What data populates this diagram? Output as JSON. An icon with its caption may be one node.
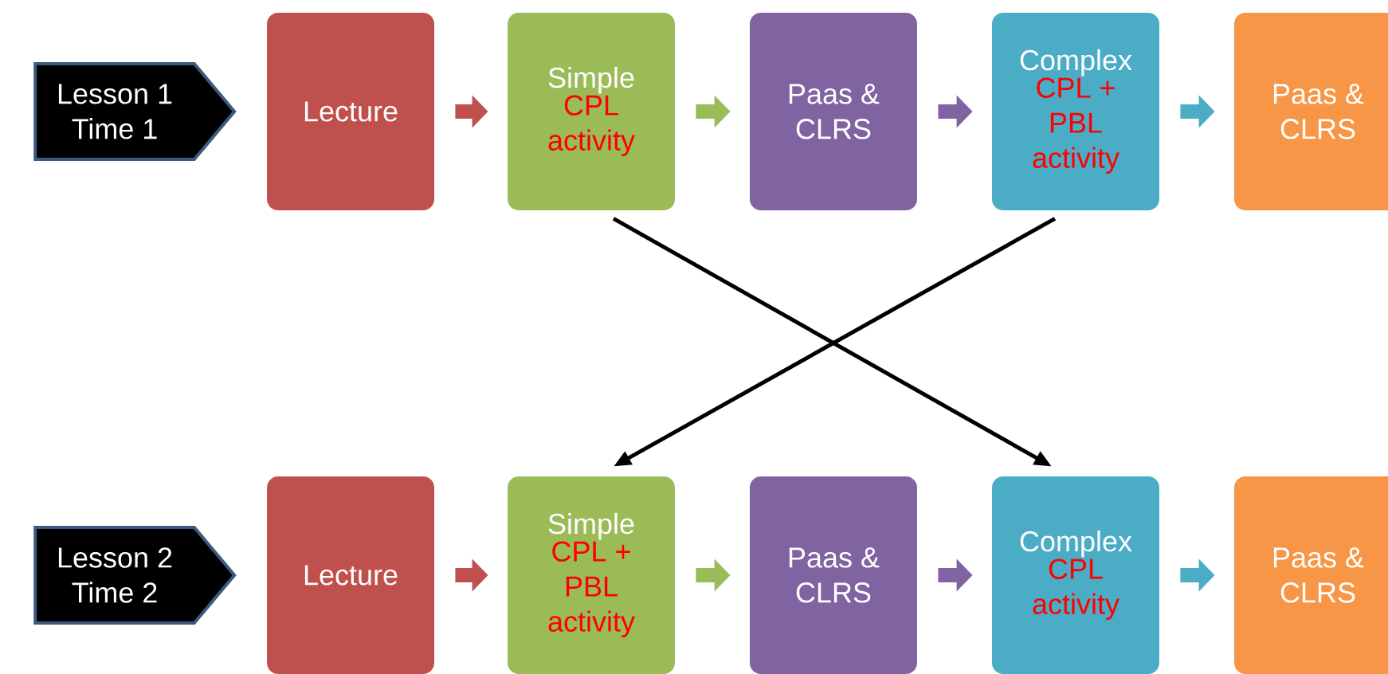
{
  "diagram": {
    "nodes": [
      {
        "text": [
          "Lesson 1 Time 1"
        ]
      },
      {
        "text": [
          "Lecture"
        ]
      },
      {
        "text": [
          "Simple",
          "CPL activity"
        ]
      },
      {
        "text": [
          "Paas & CLRS"
        ]
      },
      {
        "text": [
          "Complex",
          "CPL + PBL activity"
        ]
      },
      {
        "text": [
          "Paas & CLRS"
        ]
      },
      {
        "text": [
          "Lesson 2 Time 2"
        ]
      },
      {
        "text": [
          "Lecture"
        ]
      },
      {
        "text": [
          "Simple",
          "CPL + PBL activity"
        ]
      },
      {
        "text": [
          "Paas & CLRS"
        ]
      },
      {
        "text": [
          "Complex",
          "CPL activity"
        ]
      },
      {
        "text": [
          "Paas & CLRS"
        ]
      }
    ],
    "edges": [
      {
        "from": 1,
        "to": 2,
        "arrow": "to",
        "color": "#c0504d"
      },
      {
        "from": 2,
        "to": 3,
        "arrow": "to",
        "color": "#9bbb59"
      },
      {
        "from": 3,
        "to": 4,
        "arrow": "to",
        "color": "#8064a2"
      },
      {
        "from": 4,
        "to": 5,
        "arrow": "to",
        "color": "#4bacc6"
      },
      {
        "from": 7,
        "to": 8,
        "arrow": "to",
        "color": "#c0504d"
      },
      {
        "from": 8,
        "to": 9,
        "arrow": "to",
        "color": "#9bbb59"
      },
      {
        "from": 9,
        "to": 10,
        "arrow": "to",
        "color": "#8064a2"
      },
      {
        "from": 10,
        "to": 11,
        "arrow": "to",
        "color": "#4bacc6"
      },
      {
        "from": 2,
        "to": 10,
        "arrow": "to",
        "color": "#000000"
      },
      {
        "from": 4,
        "to": 8,
        "arrow": "to",
        "color": "#000000"
      }
    ]
  }
}
